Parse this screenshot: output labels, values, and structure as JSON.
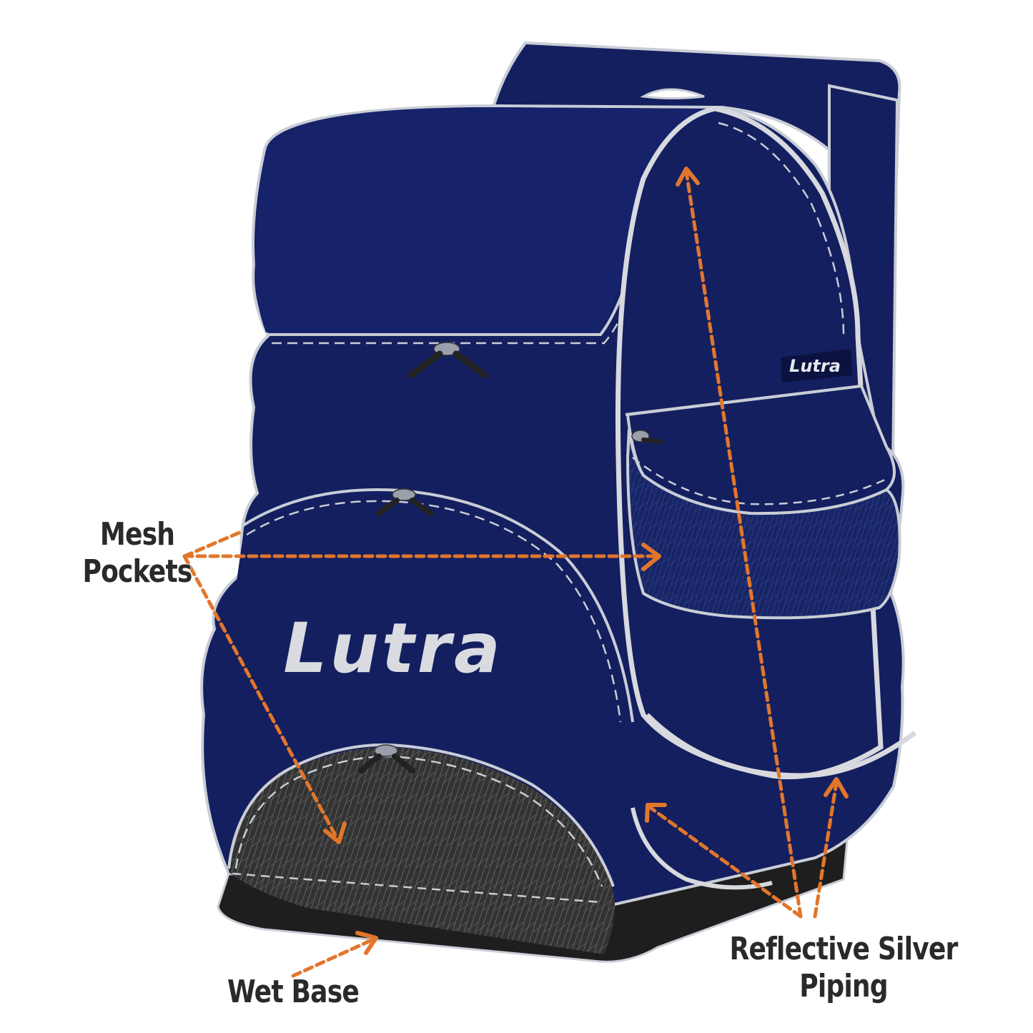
{
  "brand": {
    "logo_text": "Lutra"
  },
  "labels": {
    "mesh_pockets": [
      "Mesh",
      "Pockets"
    ],
    "wet_base": "Wet Base",
    "reflective_piping": [
      "Reflective Silver",
      "Piping"
    ]
  },
  "colors": {
    "bag_navy": "#141f5f",
    "bag_outline": "#c9cdd6",
    "piping_silver": "#d7d9de",
    "base_black": "#1e1e1e",
    "mesh_grey": "#3a3a3a",
    "arrow_orange": "#e2762c",
    "label_text": "#2a2a2a"
  }
}
